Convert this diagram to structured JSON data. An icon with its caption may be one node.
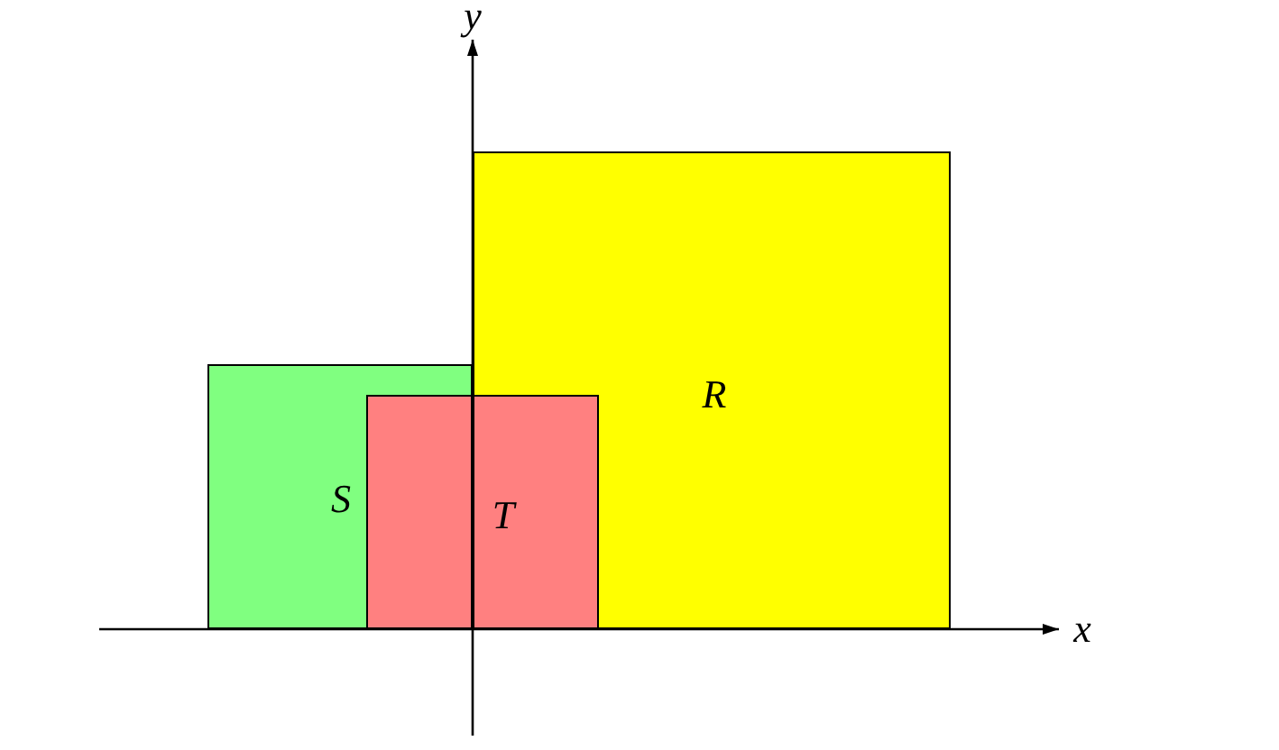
{
  "diagram": {
    "nodes": [
      {
        "text": [
          "R"
        ]
      },
      {
        "text": [
          "S"
        ]
      },
      {
        "text": [
          "T"
        ]
      }
    ],
    "labels": [
      "x",
      "y"
    ]
  }
}
